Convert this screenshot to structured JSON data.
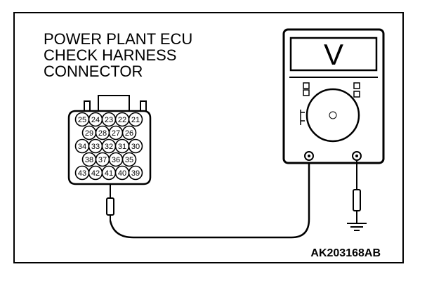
{
  "title_lines": [
    "POWER PLANT ECU",
    "CHECK HARNESS",
    "CONNECTOR"
  ],
  "code": "AK203168AB",
  "connector_rows": [
    [
      "25",
      "24",
      "23",
      "22",
      "21"
    ],
    [
      "29",
      "28",
      "27",
      "26"
    ],
    [
      "34",
      "33",
      "32",
      "31",
      "30"
    ],
    [
      "38",
      "37",
      "36",
      "35"
    ],
    [
      "43",
      "42",
      "41",
      "40",
      "39"
    ]
  ],
  "probed_pin": "41",
  "meter_display": "V",
  "icons": [
    "voltmeter-icon",
    "ground-symbol-icon",
    "test-probe-icon"
  ]
}
